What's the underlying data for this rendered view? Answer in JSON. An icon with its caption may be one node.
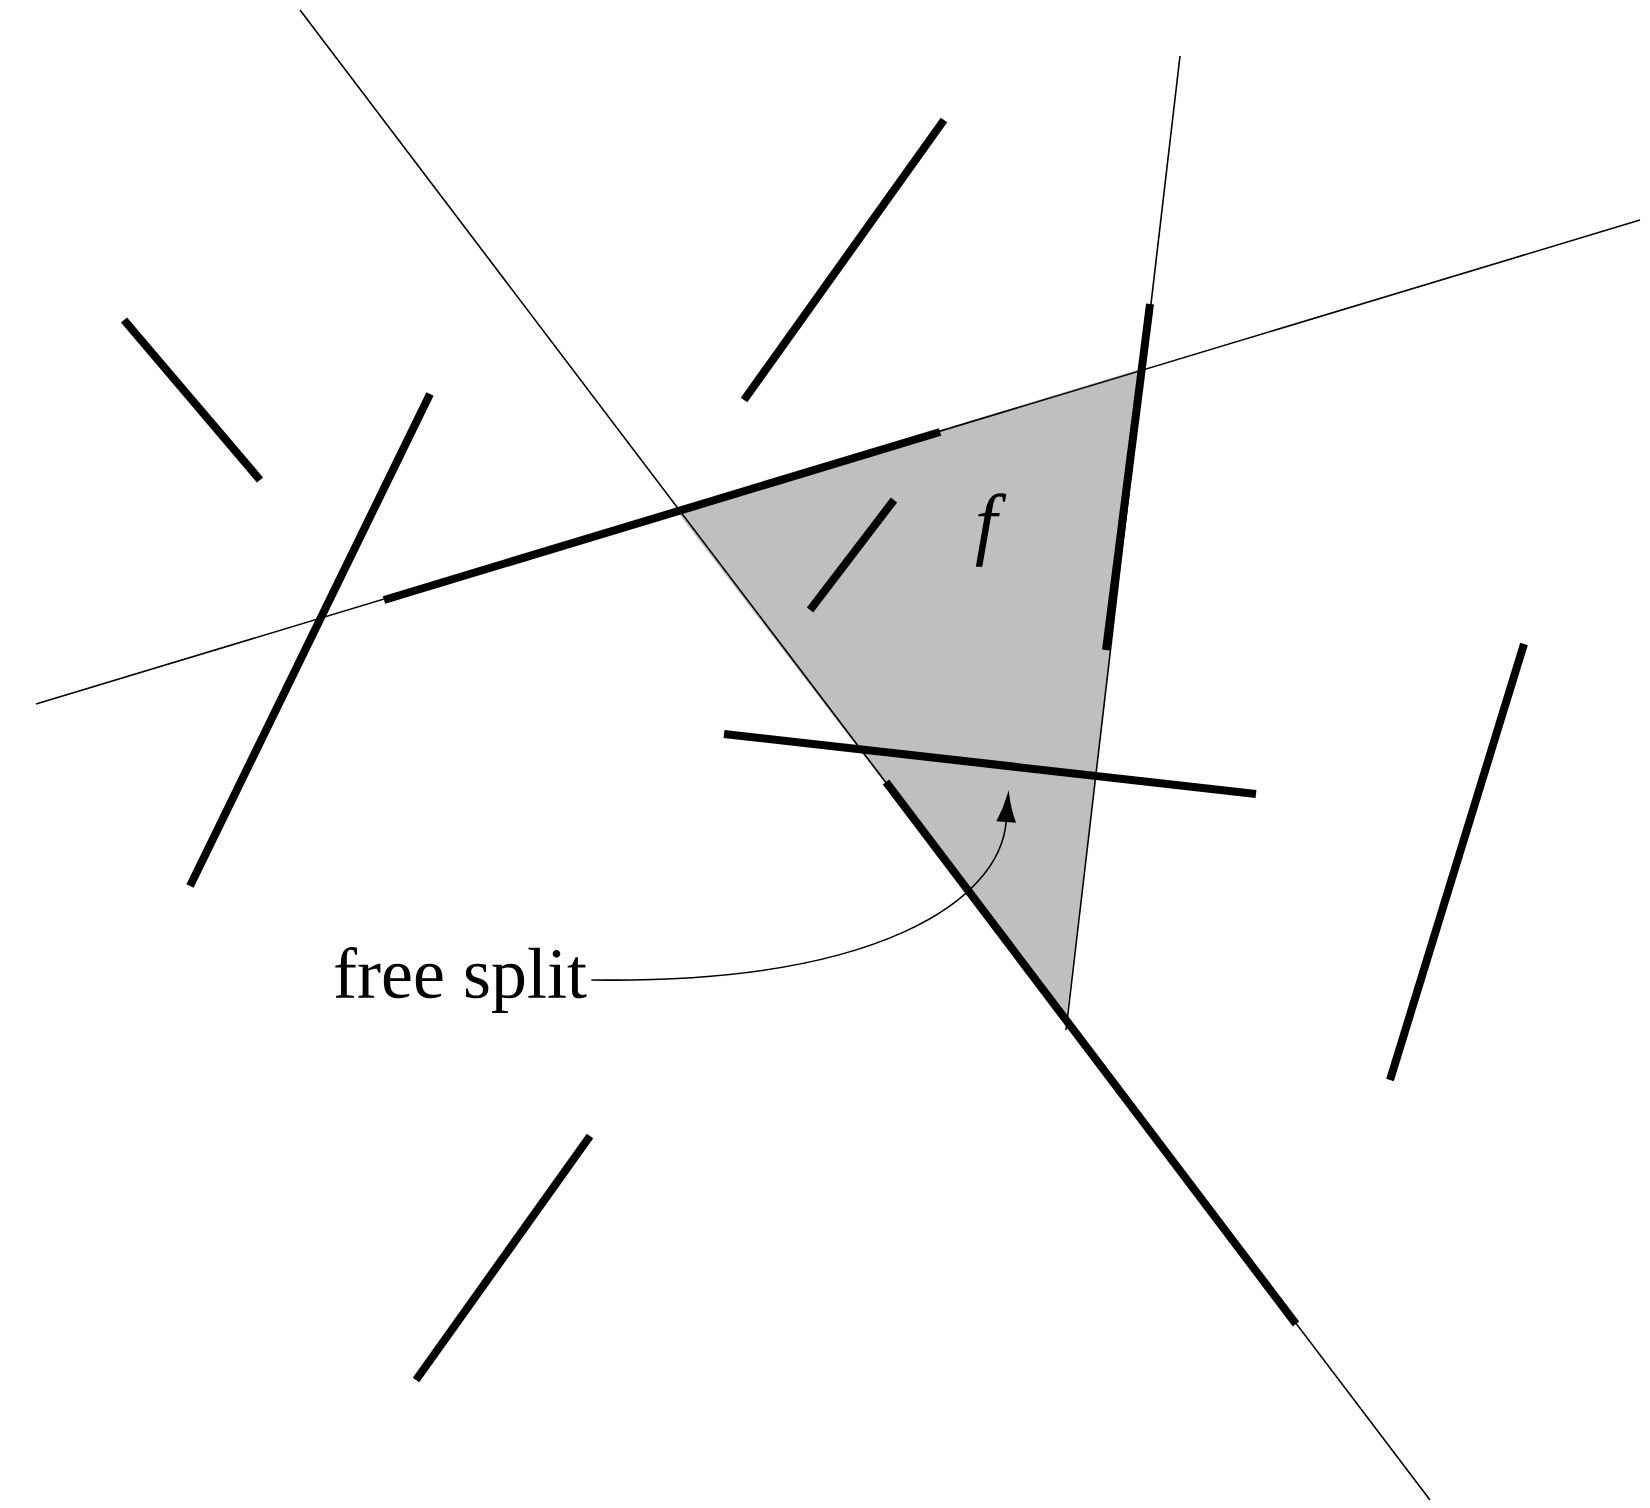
{
  "diagram": {
    "nodes": [
      {
        "text": [
          "f"
        ]
      },
      {
        "text": [
          "free split"
        ]
      },
      {
        "text": [],
        "shape": "bar"
      }
    ],
    "edges": [
      {
        "from": 1,
        "to": 2,
        "arrow": "to"
      }
    ]
  }
}
